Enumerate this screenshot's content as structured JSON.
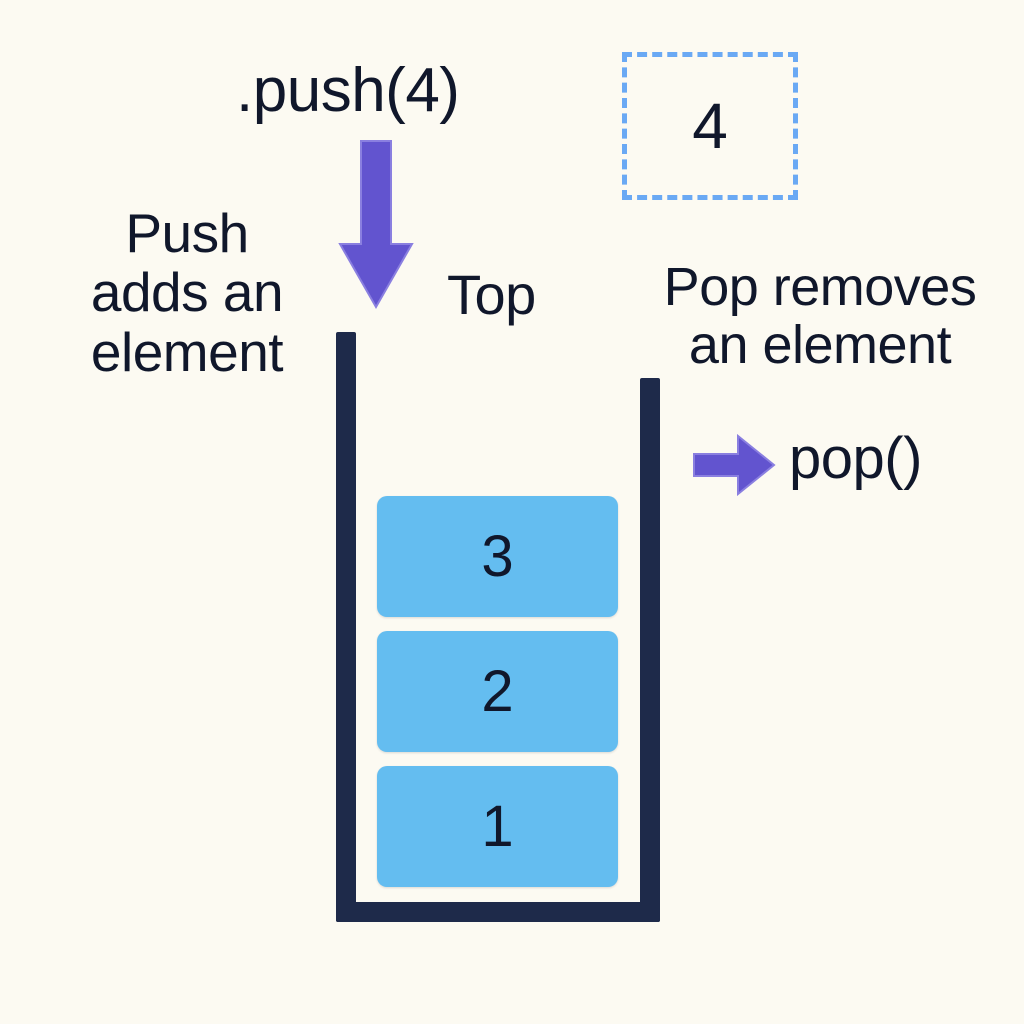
{
  "diagram": {
    "title": ".push(4)",
    "background_color": "#fcfaf2",
    "text_color": "#10172b",
    "accent_purple": "#6254cf",
    "block_blue": "#64bdf0",
    "wall_navy": "#1e2a4a",
    "dashed_blue": "#6aa9f4"
  },
  "push": {
    "call_label": ".push(4)",
    "note_line1": "Push",
    "note_line2": "adds an",
    "note_line3": "element",
    "arrow_icon": "arrow-down-icon"
  },
  "pop": {
    "call_label": "pop()",
    "note_line1": "Pop removes",
    "note_line2": "an element",
    "arrow_icon": "arrow-right-icon"
  },
  "stack": {
    "top_label": "Top",
    "pending_value": "4",
    "items": [
      {
        "value": "3"
      },
      {
        "value": "2"
      },
      {
        "value": "1"
      }
    ]
  }
}
